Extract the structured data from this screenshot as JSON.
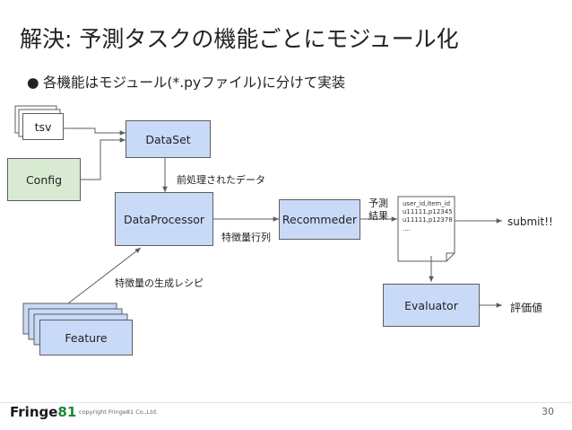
{
  "slide": {
    "title": "解決: 予測タスクの機能ごとにモジュール化",
    "bullet": "各機能はモジュール(*.pyファイル)に分けて実装",
    "bullet_marker": "●"
  },
  "diagram": {
    "nodes": {
      "tsv": "tsv",
      "config": "Config",
      "dataset": "DataSet",
      "dataprocessor": "DataProcessor",
      "recommender": "Recommeder",
      "evaluator": "Evaluator",
      "feature": "Feature"
    },
    "edge_labels": {
      "preprocessed": "前処理されたデータ",
      "feature_matrix": "特徴量行列",
      "recipe": "特徴量の生成レシピ",
      "prediction": "予測\n結果",
      "submit": "submit!!",
      "score": "評価値"
    },
    "document_lines": [
      "user_id,item_id",
      "u11111,p12345",
      "u11111,p12378",
      "...."
    ],
    "colors": {
      "dataset": "#c9daf8",
      "dataprocessor": "#c9daf8",
      "recommender": "#c9daf8",
      "evaluator": "#c9daf8",
      "feature": "#c9daf8",
      "config": "#d9ead3",
      "tsv": "#ffffff",
      "line": "#5d5d5d"
    }
  },
  "footer": {
    "logo_main": "Fringe",
    "logo_accent": "81",
    "copyright": "copyright Fringe81 Co.,Ltd.",
    "page": "30"
  }
}
